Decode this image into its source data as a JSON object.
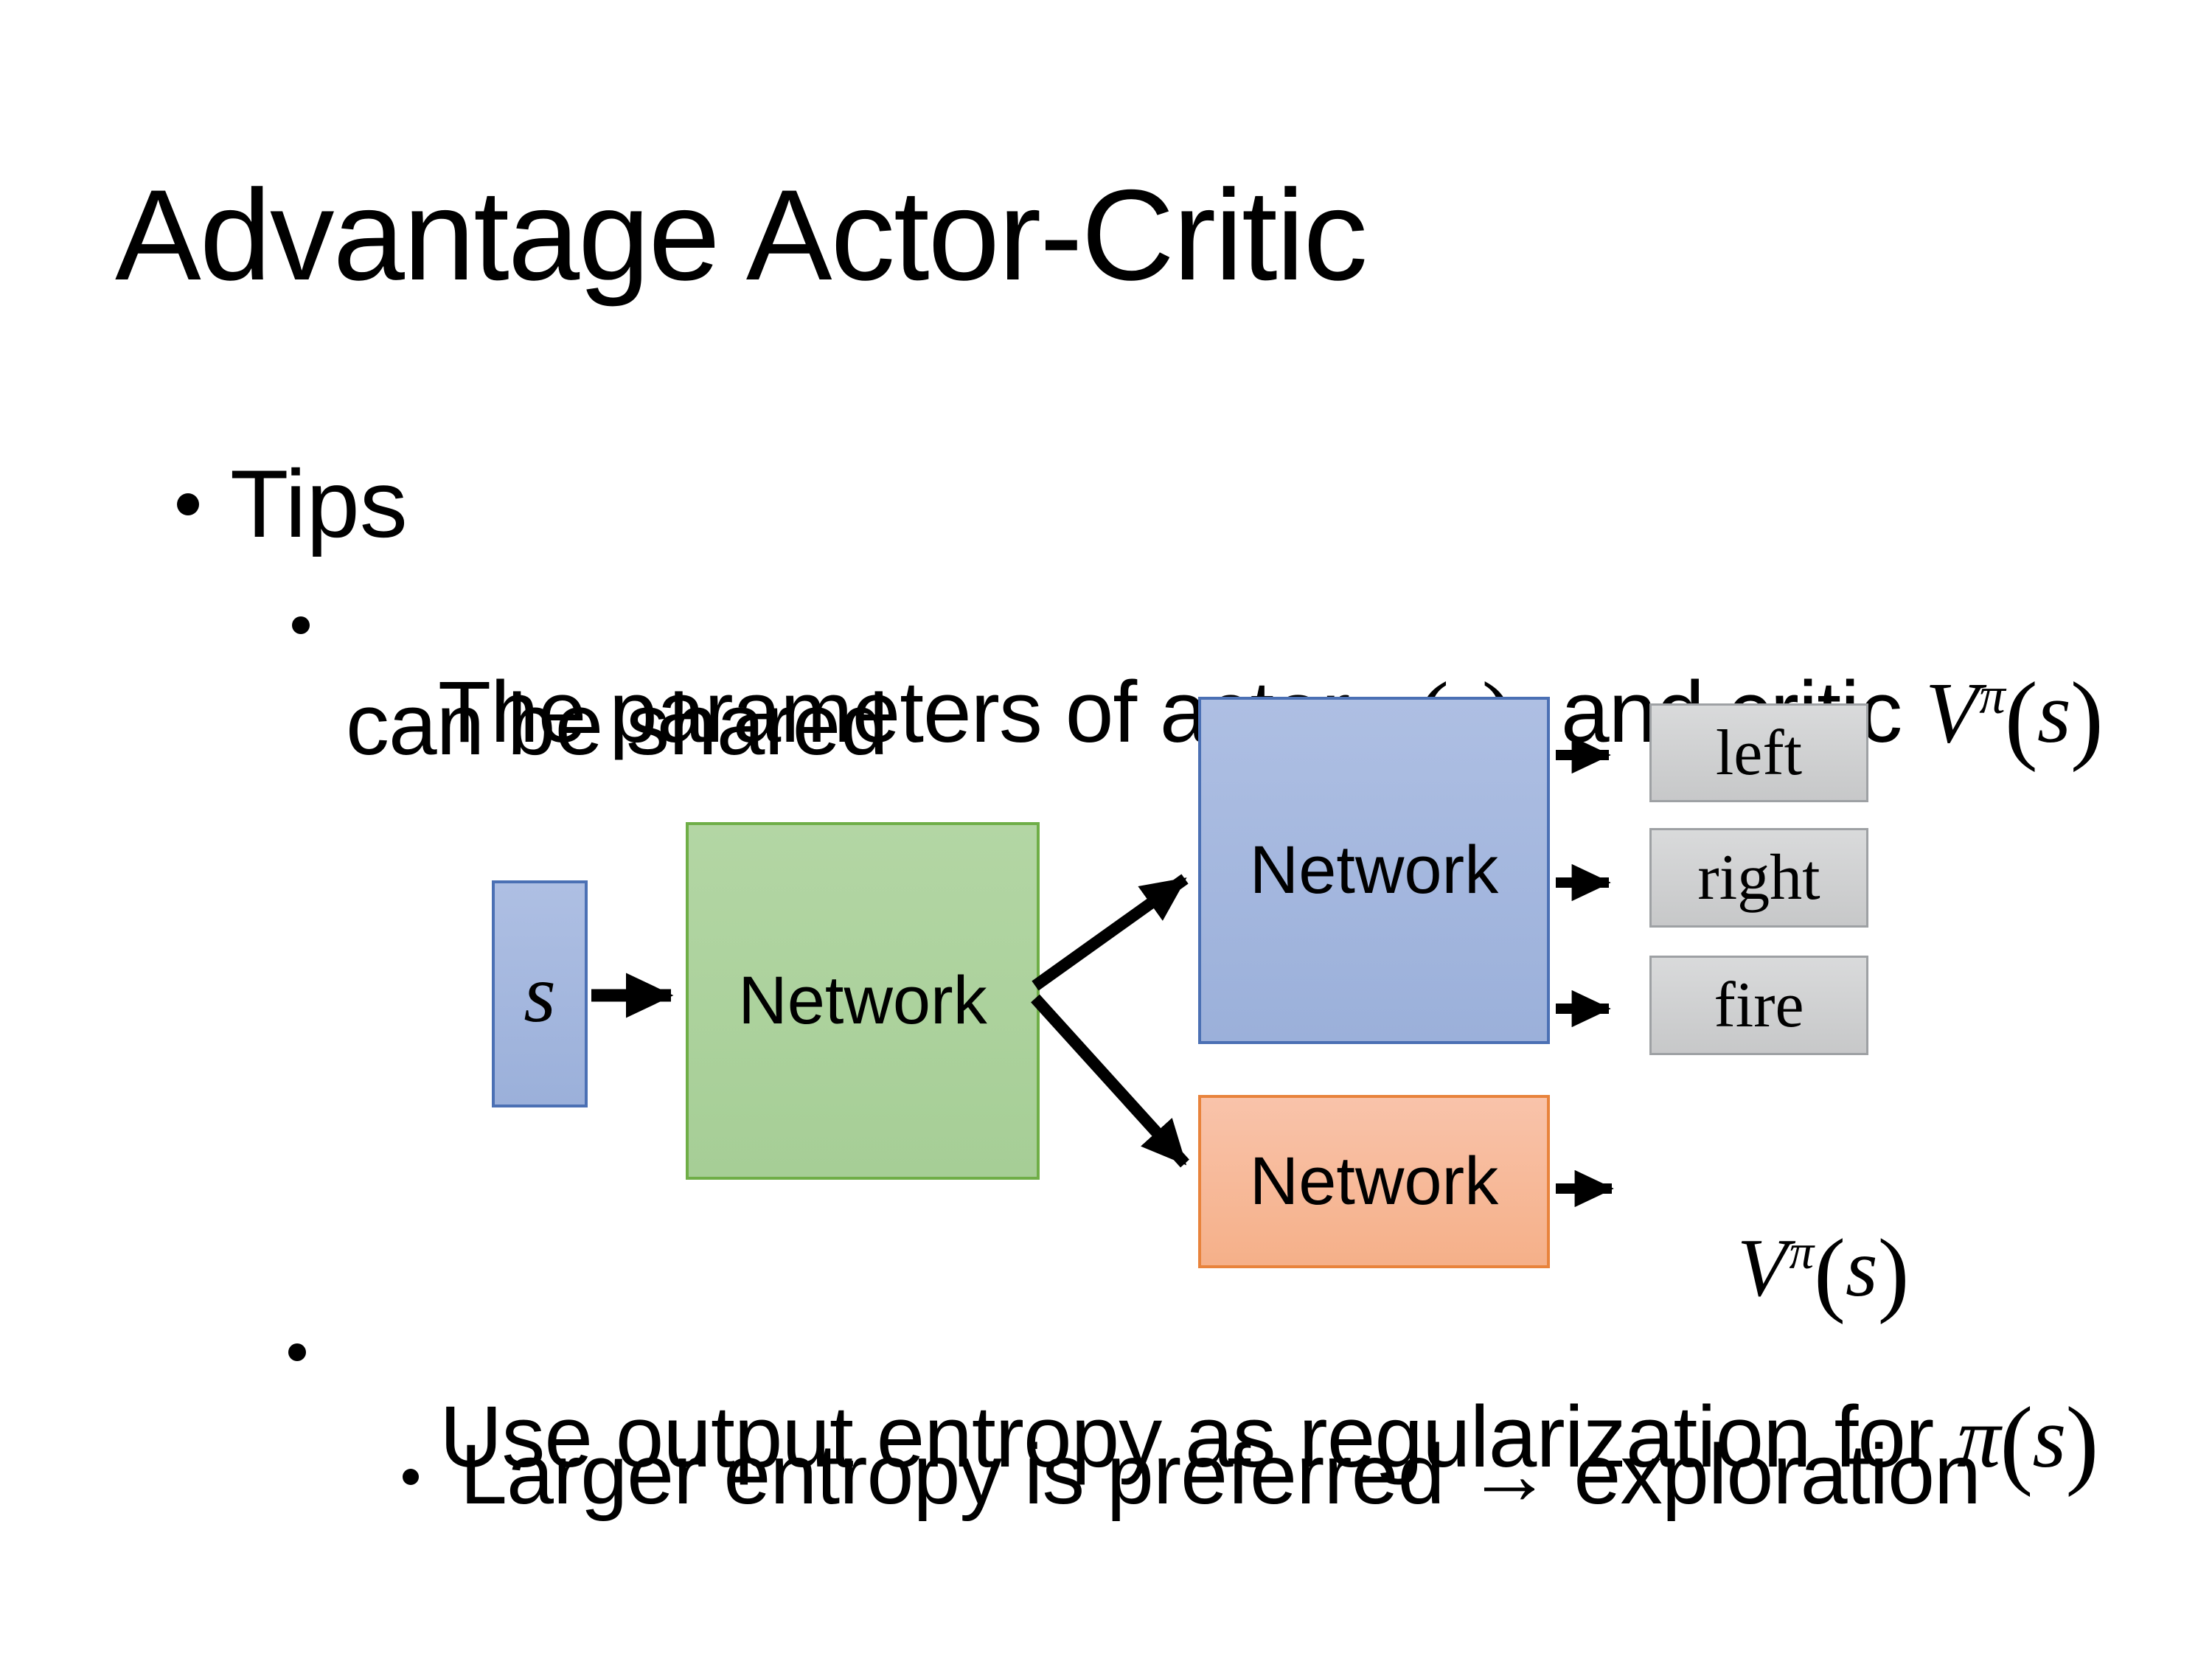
{
  "slide": {
    "title": "Advantage Actor-Critic"
  },
  "bullets": {
    "tips_label": "Tips",
    "item1": {
      "pre": "The parameters of actor ",
      "pi": "π",
      "paren_open": "(",
      "s": "s",
      "paren_close": ")",
      "mid": "  and critic ",
      "v": "V",
      "v_sup": "π",
      "v_open": "(",
      "v_s": "s",
      "v_close": ")",
      "cont": "can be shared"
    },
    "item2": {
      "pre": "Use output entropy as regularization for ",
      "pi": "π",
      "paren_open": "(",
      "s": "s",
      "paren_close": ")"
    },
    "item3": {
      "text": "Larger entropy is preferred → exploration"
    }
  },
  "diagram": {
    "state_label": "s",
    "shared_network_label": "Network",
    "actor_network_label": "Network",
    "critic_network_label": "Network",
    "actions": [
      "left",
      "right",
      "fire"
    ],
    "value_output": {
      "v": "V",
      "sup": "π",
      "open": "(",
      "s": "s",
      "close": ")"
    },
    "colors": {
      "state_fill": "#A3B6DF",
      "state_border": "#4B70B4",
      "shared_fill": "#ACD29E",
      "shared_border": "#6FAE47",
      "actor_fill": "#A2B5DE",
      "actor_border": "#4B70B4",
      "critic_fill": "#F7BBA0",
      "critic_border": "#E8833C",
      "action_fill": "#D0D1D2",
      "action_border": "#9EA1A4",
      "arrow": "#000000",
      "text": "#000000",
      "background": "#FFFFFF"
    }
  }
}
